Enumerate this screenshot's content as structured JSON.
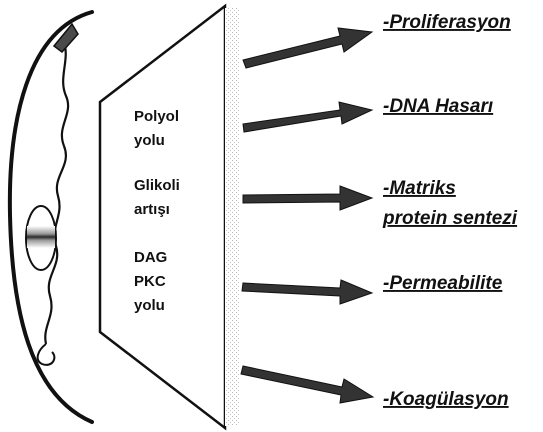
{
  "pathways": [
    [
      "Polyol",
      "yolu"
    ],
    [
      "Glikoli",
      "artışı"
    ],
    [
      "DAG",
      "PKC",
      "yolu"
    ]
  ],
  "effects": [
    [
      "-Proliferasyon"
    ],
    [
      "-DNA Hasarı"
    ],
    [
      "-Matriks",
      "protein sentezi"
    ],
    [
      "-Permeabilite"
    ],
    [
      "-Koagülasyon"
    ]
  ],
  "colors": {
    "ink": "#111111",
    "arrow": "#333333",
    "nucleus_band": "#3a3a3a"
  }
}
